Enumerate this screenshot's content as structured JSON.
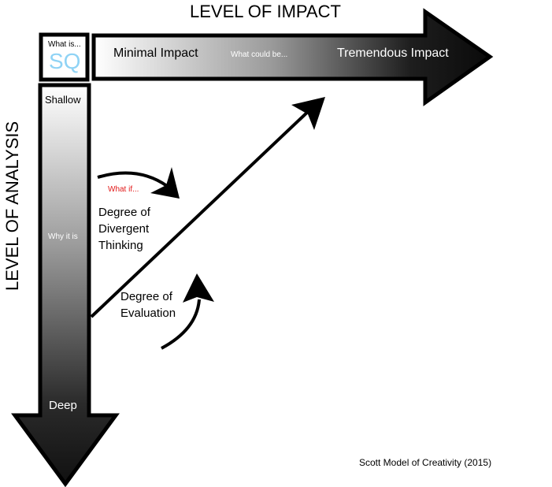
{
  "title_top": "LEVEL OF IMPACT",
  "title_left": "LEVEL OF ANALYSIS",
  "sq_box": {
    "small": "What is...",
    "big": "SQ",
    "big_color": "#8fd3f5"
  },
  "impact_arrow": {
    "left_label": "Minimal Impact",
    "middle_label": "What could be...",
    "right_label": "Tremendous Impact"
  },
  "analysis_arrow": {
    "top_label": "Shallow",
    "middle_label": "Why it is",
    "bottom_label": "Deep"
  },
  "divergent": {
    "prompt": "What if...",
    "prompt_color": "#e21a1a",
    "label_lines": [
      "Degree of",
      "Divergent",
      "Thinking"
    ]
  },
  "evaluation": {
    "label_lines": [
      "Degree of",
      "Evaluation"
    ]
  },
  "caption": "Scott Model of Creativity (2015)"
}
